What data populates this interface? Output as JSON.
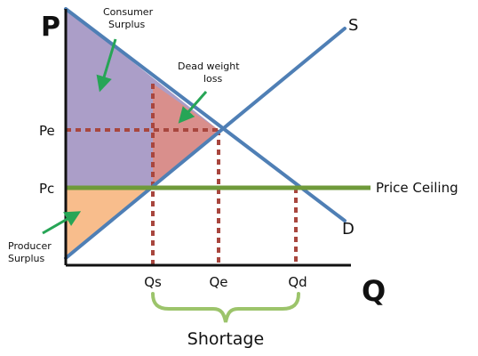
{
  "axes": {
    "y_label": "P",
    "x_label": "Q"
  },
  "price_ticks": {
    "pe": "Pe",
    "pc": "Pc"
  },
  "quantity_ticks": {
    "qs": "Qs",
    "qe": "Qe",
    "qd": "Qd"
  },
  "curves": {
    "supply": "S",
    "demand": "D",
    "ceiling": "Price Ceiling"
  },
  "annotations": {
    "consumer_surplus": [
      "Consumer",
      "Surplus"
    ],
    "deadweight_loss": [
      "Dead weight",
      "loss"
    ],
    "producer_surplus": [
      "Producer",
      "Surplus"
    ],
    "shortage": "Shortage"
  },
  "colors": {
    "curve": "#4f7fb5",
    "ceiling": "#6f9a3a",
    "consumer_surplus": "#ab9ec8",
    "deadweight_loss": "#d98f8c",
    "producer_surplus": "#f8bd8c",
    "guide": "#a8463e",
    "arrow": "#27a556",
    "brace": "#9cc46b"
  }
}
